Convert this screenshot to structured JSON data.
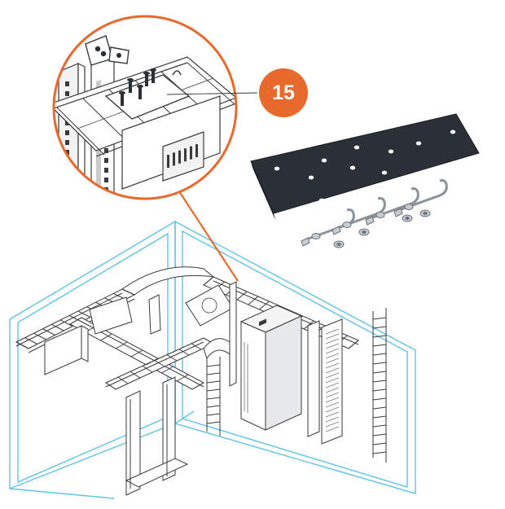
{
  "callout": {
    "number": "15",
    "accent_color": "#e8692c"
  },
  "colors": {
    "room_outline": "#5fc3e4",
    "line_art": "#3a3a3a",
    "plate": "#2b2f36",
    "hardware": "#b9bfc7"
  },
  "parts": {
    "plate_icon": "splice-plate",
    "hardware_icon": "j-bolt-kit"
  }
}
